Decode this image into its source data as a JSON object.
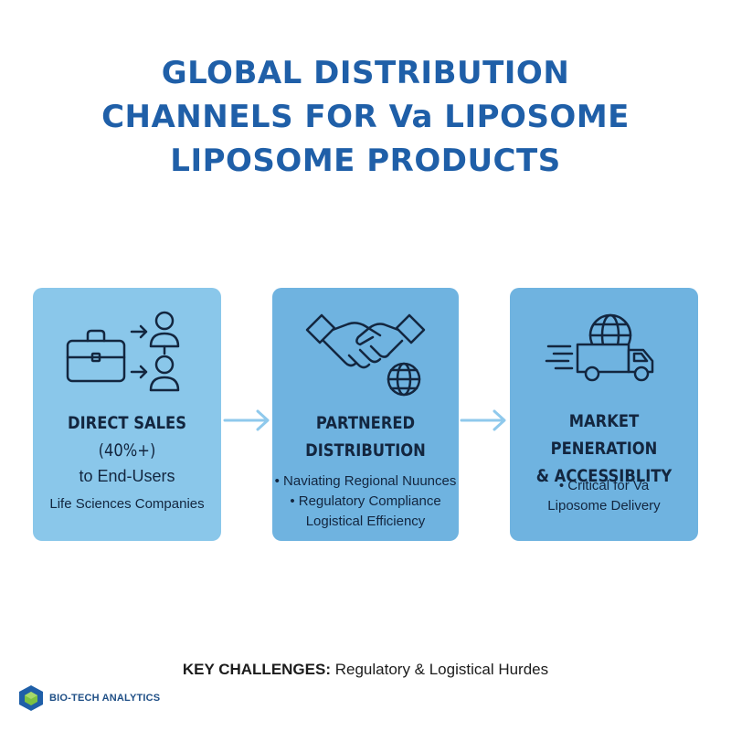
{
  "title": {
    "line1": "GLOBAL DISTRIBUTION",
    "line2": "CHANNELS FOR Va LIPOSOME",
    "line3": "LIPOSOME PRODUCTS"
  },
  "boxes": [
    {
      "icon": "briefcase-to-users-icon",
      "title_lines": [
        "DIRECT SALES",
        "(40%+)"
      ],
      "subtitle": "to End-Users",
      "text_lines": [
        "Life Sciences Companies"
      ]
    },
    {
      "icon": "handshake-globe-icon",
      "title_lines": [
        "PARTNERED",
        "DISTRIBUTION"
      ],
      "text_lines": [
        "• Naviating Regional Nuunces",
        "• Regulatory Compliance",
        "Logistical Efficiency"
      ]
    },
    {
      "icon": "truck-globe-icon",
      "title_lines": [
        "MARKET PENERATION",
        "& ACCESSIBLITY"
      ],
      "text_lines": [
        "• Critical for Va",
        "Liposome Delivery"
      ]
    }
  ],
  "footer": {
    "label": "KEY CHALLENGES:",
    "text": "Regulatory & Logistical Hurdes"
  },
  "brand": {
    "name": "BIO-TECH ANALYTICS"
  },
  "colors": {
    "title": "#1f5fa8",
    "box_light": "#8ac7ea",
    "box_mid": "#6fb3e0",
    "arrow": "#8fc9ec"
  }
}
